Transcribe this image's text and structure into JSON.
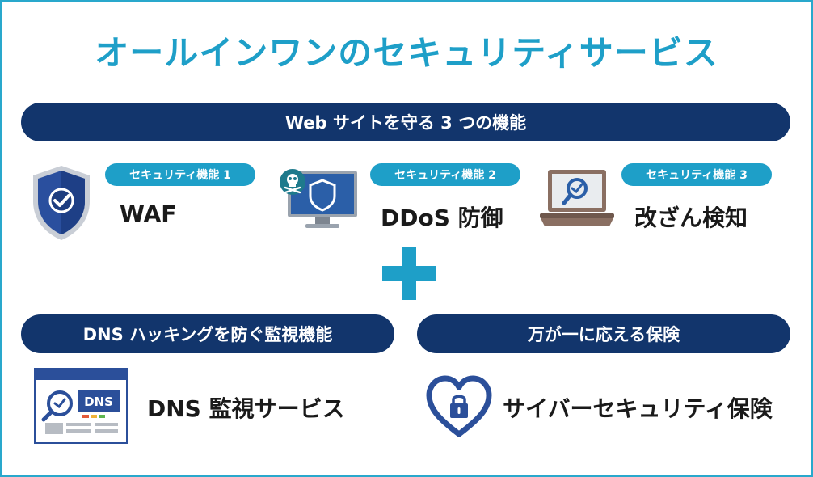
{
  "title": "オールインワンのセキュリティサービス",
  "top_bar": "Web サイトを守る 3 つの機能",
  "features": [
    {
      "badge": "セキュリティ機能 1",
      "name": "WAF",
      "icon": "shield-check-icon"
    },
    {
      "badge": "セキュリティ機能 2",
      "name": "DDoS 防御",
      "icon": "monitor-shield-skull-icon"
    },
    {
      "badge": "セキュリティ機能 3",
      "name": "改ざん検知",
      "icon": "laptop-magnifier-icon"
    }
  ],
  "plus_icon": "plus-icon",
  "left_section": {
    "bar": "DNS ハッキングを防ぐ監視機能",
    "service": "DNS 監視サービス",
    "icon": "dns-window-icon",
    "icon_text": "DNS"
  },
  "right_section": {
    "bar": "万が一に応える保険",
    "service": "サイバーセキュリティ保険",
    "icon": "heart-lock-icon"
  },
  "colors": {
    "accent": "#1e9fc8",
    "navy": "#12356c",
    "border": "#29a8cc"
  }
}
